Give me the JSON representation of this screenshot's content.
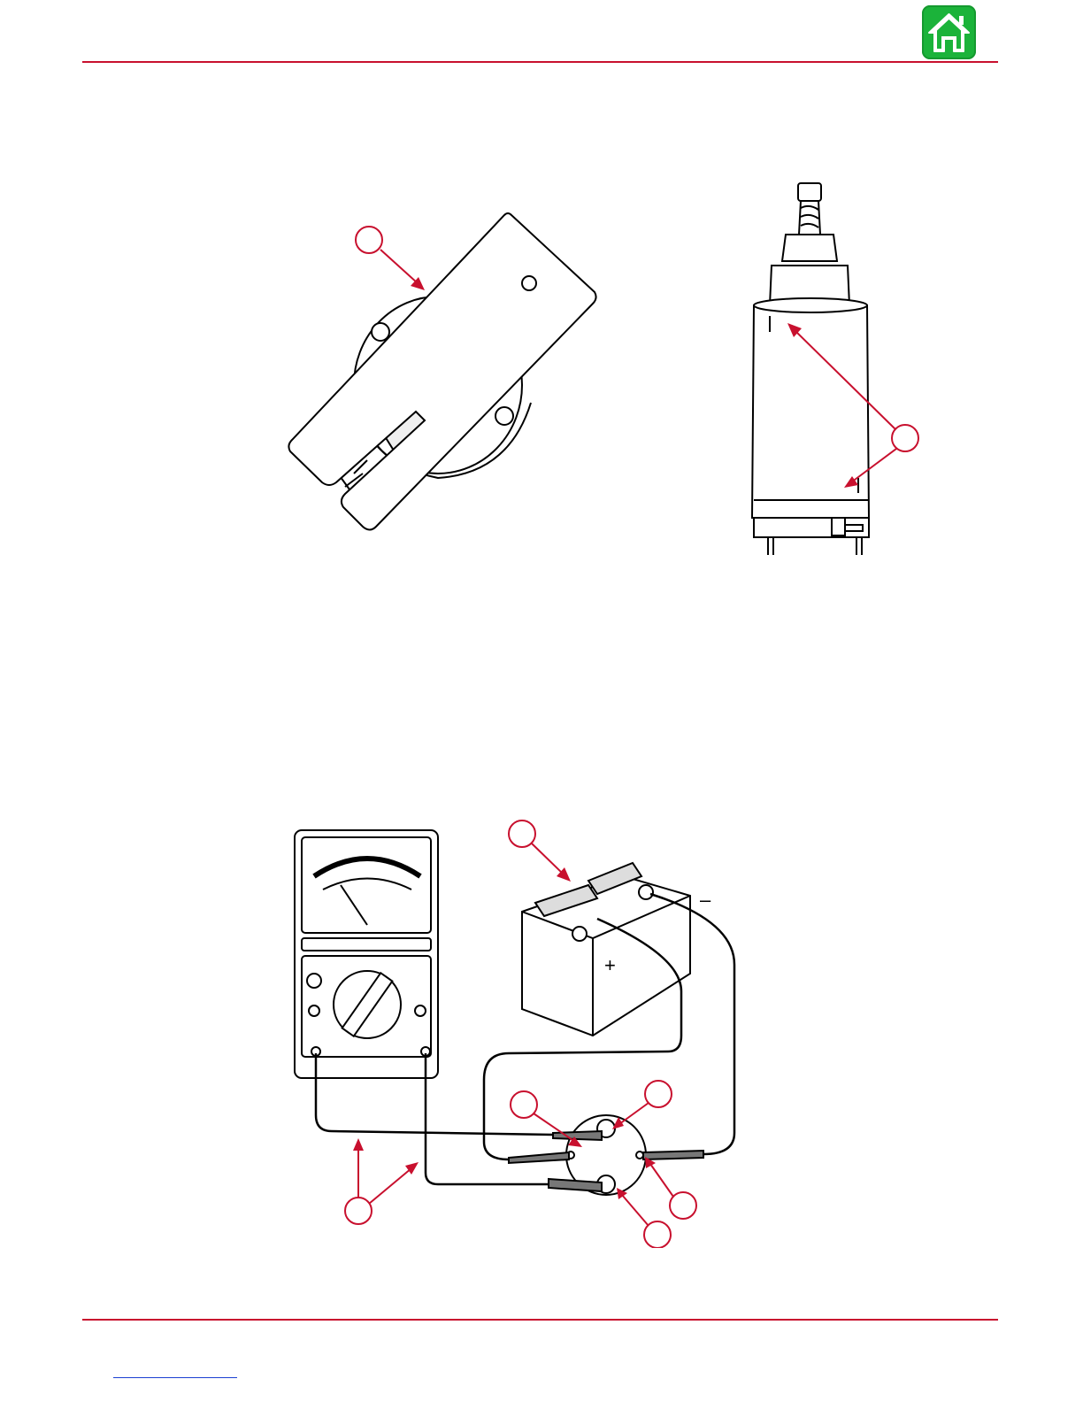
{
  "header": {
    "home_icon": "home-icon",
    "accent_color": "#c8102e",
    "home_button_color": "#1bb33a"
  },
  "figures": [
    {
      "name": "solenoid-cover-tool",
      "callouts": 1
    },
    {
      "name": "starter-motor-alignment-marks",
      "callouts": 1
    },
    {
      "name": "solenoid-test-circuit",
      "callouts": 6,
      "battery_terminal_labels": [
        "+",
        "–"
      ]
    }
  ]
}
